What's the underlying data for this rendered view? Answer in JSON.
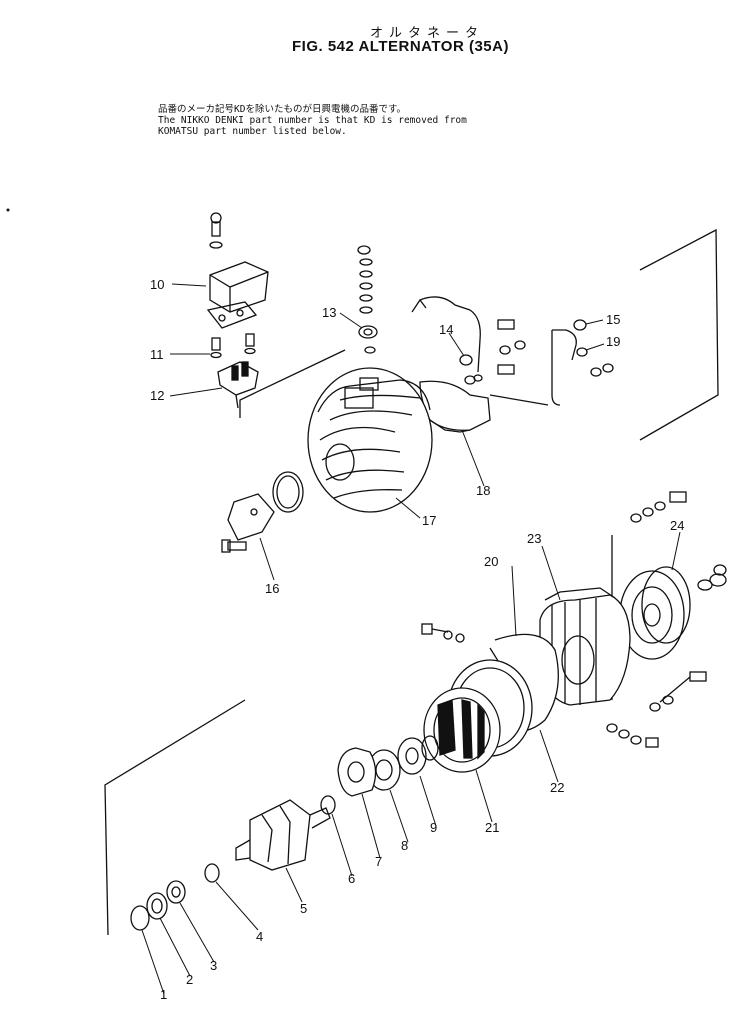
{
  "header": {
    "title_jp": "オルタネータ",
    "title": "FIG. 542   ALTERNATOR  (35A)"
  },
  "note": {
    "line1": "品番のメーカ記号KDを除いたものが日興電機の品番です。",
    "line2": "The NIKKO DENKI part number is that KD is removed from",
    "line3": "KOMATSU part number listed below."
  },
  "callouts": [
    "1",
    "2",
    "3",
    "4",
    "5",
    "6",
    "7",
    "8",
    "9",
    "10",
    "11",
    "12",
    "13",
    "14",
    "15",
    "16",
    "17",
    "18",
    "19",
    "20",
    "21",
    "22",
    "23",
    "24"
  ]
}
